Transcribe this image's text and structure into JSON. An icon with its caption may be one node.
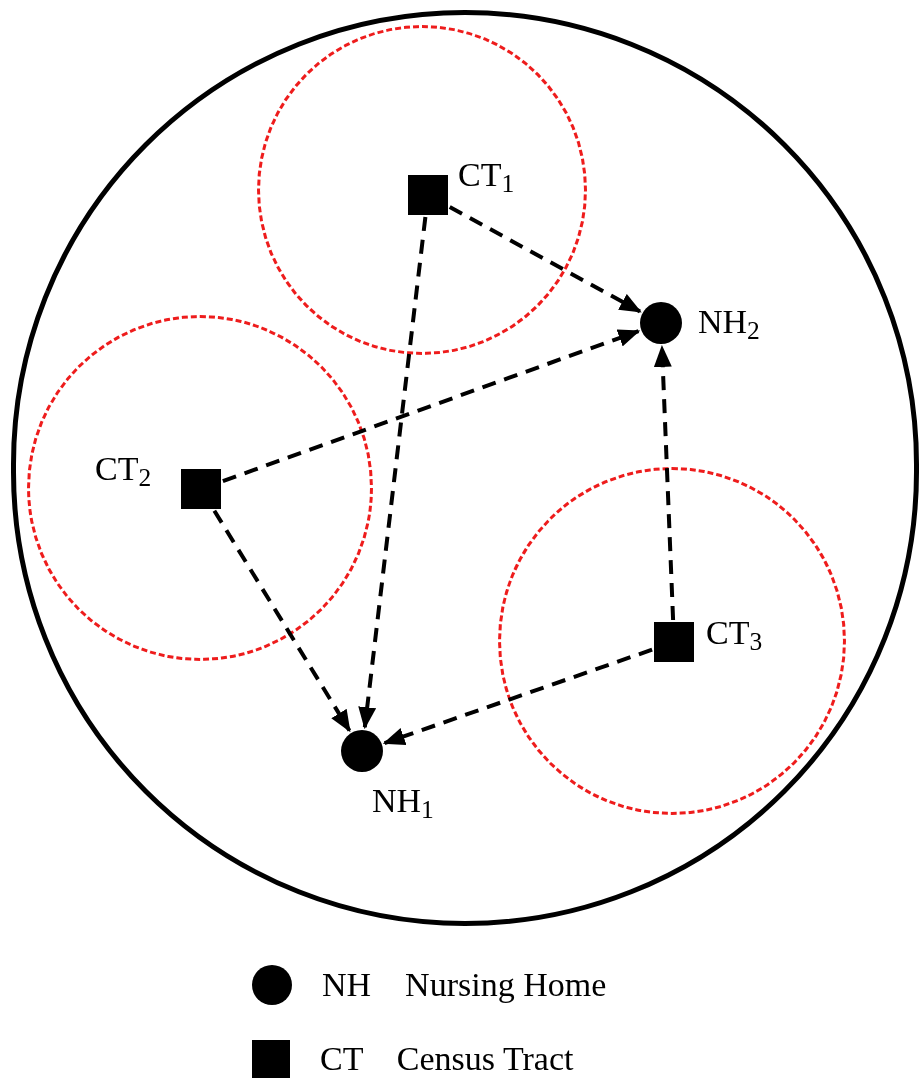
{
  "diagram": {
    "nodes": [
      {
        "text": [],
        "shape": "circle"
      },
      {
        "text": [],
        "shape": "circle",
        "in": 0
      },
      {
        "text": [],
        "shape": "box",
        "in": 1,
        "beside": [
          "CT$_{1}$"
        ]
      },
      {
        "text": [],
        "shape": "circle",
        "in": 0,
        "beside": [
          "NH$_{2}$"
        ]
      },
      {
        "text": [],
        "shape": "circle",
        "in": 0
      },
      {
        "text": [],
        "shape": "box",
        "in": 4,
        "beside": [
          "CT$_{2}$"
        ]
      },
      {
        "text": [],
        "shape": "circle",
        "in": 0
      },
      {
        "text": [],
        "shape": "box",
        "in": 6,
        "beside": [
          "CT$_{3}$"
        ]
      },
      {
        "text": [],
        "shape": "circle",
        "in": 0,
        "beside": [
          "NH$_{1}$"
        ]
      }
    ],
    "edges": [
      {
        "from": 2,
        "to": 3,
        "arrow": "to",
        "style": "dashed"
      },
      {
        "from": 2,
        "to": 8,
        "arrow": "to",
        "style": "dashed"
      },
      {
        "from": 5,
        "to": 3,
        "arrow": "to",
        "style": "dashed"
      },
      {
        "from": 5,
        "to": 8,
        "arrow": "to",
        "style": "dashed"
      },
      {
        "from": 7,
        "to": 3,
        "arrow": "to",
        "style": "dashed"
      },
      {
        "from": 7,
        "to": 8,
        "arrow": "to",
        "style": "dashed"
      }
    ],
    "legend": [
      {
        "text": "NH    Nursing Home"
      },
      {
        "text": "CT    Census Tract"
      }
    ]
  }
}
